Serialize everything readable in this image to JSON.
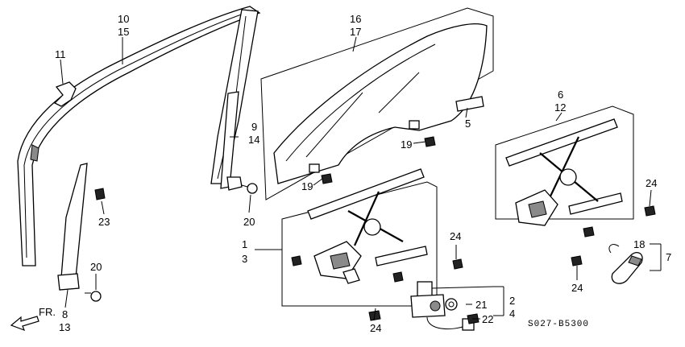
{
  "diagram_code": "S027-B5300",
  "direction_label": "FR.",
  "callouts": {
    "c1": "1",
    "c2": "2",
    "c3": "3",
    "c4": "4",
    "c5": "5",
    "c6": "6",
    "c7": "7",
    "c8": "8",
    "c9": "9",
    "c10": "10",
    "c11": "11",
    "c12": "12",
    "c13": "13",
    "c14": "14",
    "c15": "15",
    "c16": "16",
    "c17": "17",
    "c18": "18",
    "c19": "19",
    "c20": "20",
    "c21": "21",
    "c22": "22",
    "c23": "23",
    "c24": "24"
  }
}
